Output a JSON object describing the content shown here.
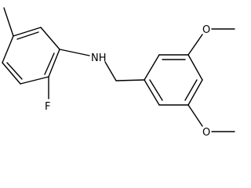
{
  "molecule": {
    "atoms": {
      "nitrogen": "NH",
      "fluorine": "F",
      "oxygen_top": "O",
      "oxygen_bottom": "O"
    }
  },
  "colors": {
    "bond": "#000000",
    "label": "#000000",
    "background": "#ffffff"
  }
}
